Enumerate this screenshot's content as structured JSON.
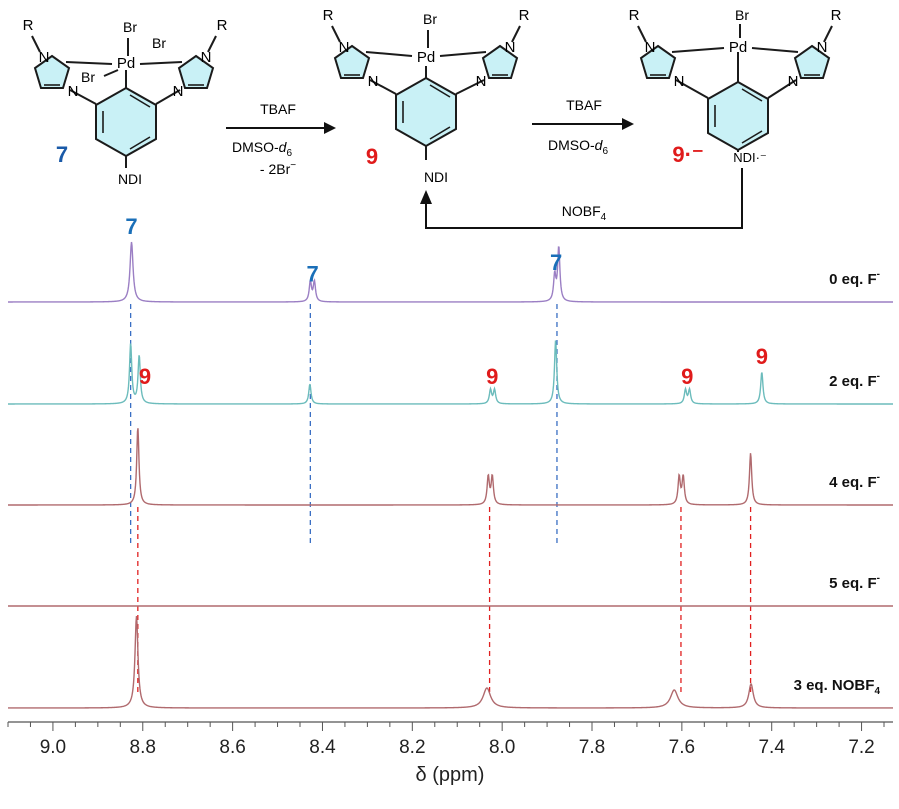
{
  "scheme": {
    "compounds": [
      {
        "id": "7",
        "substituent": "NDI",
        "color": "#1a5aa8"
      },
      {
        "id": "9",
        "substituent": "NDI",
        "color": "#e01b1b"
      },
      {
        "id": "9·⁻",
        "substituent": "NDI·⁻",
        "color": "#e01b1b"
      }
    ],
    "atoms": {
      "metal": "Pd",
      "halide": "Br",
      "nitrogen": "N",
      "r_group": "R"
    },
    "arrow1": {
      "above": "TBAF",
      "below1_main": "DMSO-",
      "below1_sub": "d",
      "below1_subsub": "6",
      "below2": "- 2Br",
      "below2_sup": "−"
    },
    "arrow2": {
      "above": "TBAF",
      "below_main": "DMSO-",
      "below_sub": "d",
      "below_subsub": "6"
    },
    "arrow3": {
      "label_main": "NOBF",
      "label_sub": "4"
    }
  },
  "chart_data": {
    "type": "line",
    "title": "",
    "xlabel": "δ (ppm)",
    "xlim": [
      9.1,
      7.13
    ],
    "x_reversed": true,
    "xticks": [
      9.0,
      8.8,
      8.6,
      8.4,
      8.2,
      8.0,
      7.8,
      7.6,
      7.4,
      7.2
    ],
    "series": [
      {
        "name": "0 eq. F",
        "name_sup": "-",
        "color": "#9b7fc4",
        "peaks": [
          {
            "ppm": 8.825,
            "height": 60,
            "width": 0.004
          },
          {
            "ppm": 8.427,
            "height": 20,
            "width": 0.003
          },
          {
            "ppm": 8.418,
            "height": 20,
            "width": 0.003
          },
          {
            "ppm": 7.883,
            "height": 26,
            "width": 0.003
          },
          {
            "ppm": 7.874,
            "height": 54,
            "width": 0.003
          }
        ]
      },
      {
        "name": "2 eq. F",
        "name_sup": "-",
        "color": "#6cbcbc",
        "peaks": [
          {
            "ppm": 8.827,
            "height": 60,
            "width": 0.003
          },
          {
            "ppm": 8.808,
            "height": 48,
            "width": 0.003
          },
          {
            "ppm": 8.428,
            "height": 20,
            "width": 0.003
          },
          {
            "ppm": 8.026,
            "height": 14,
            "width": 0.003
          },
          {
            "ppm": 8.017,
            "height": 14,
            "width": 0.003
          },
          {
            "ppm": 7.881,
            "height": 64,
            "width": 0.003
          },
          {
            "ppm": 7.592,
            "height": 14,
            "width": 0.003
          },
          {
            "ppm": 7.583,
            "height": 14,
            "width": 0.003
          },
          {
            "ppm": 7.422,
            "height": 32,
            "width": 0.003
          }
        ]
      },
      {
        "name": "4 eq. F",
        "name_sup": "-",
        "color": "#b06a6e",
        "peaks": [
          {
            "ppm": 8.811,
            "height": 78,
            "width": 0.003
          },
          {
            "ppm": 8.031,
            "height": 28,
            "width": 0.003
          },
          {
            "ppm": 8.022,
            "height": 28,
            "width": 0.003
          },
          {
            "ppm": 7.606,
            "height": 28,
            "width": 0.003
          },
          {
            "ppm": 7.597,
            "height": 28,
            "width": 0.003
          },
          {
            "ppm": 7.447,
            "height": 52,
            "width": 0.003
          }
        ]
      },
      {
        "name": "5 eq. F",
        "name_sup": "-",
        "color": "#b06a6e",
        "peaks": []
      },
      {
        "name": "3 eq. NOBF",
        "name_sub": "4",
        "color": "#b06a6e",
        "peaks": [
          {
            "ppm": 8.814,
            "height": 92,
            "width": 0.004
          },
          {
            "ppm": 8.034,
            "height": 20,
            "width": 0.01
          },
          {
            "ppm": 7.617,
            "height": 18,
            "width": 0.01
          },
          {
            "ppm": 7.446,
            "height": 24,
            "width": 0.006
          }
        ]
      }
    ],
    "annotations": [
      {
        "text": "7",
        "ppm": 8.825,
        "series": 0,
        "color": "#1a6fb8"
      },
      {
        "text": "7",
        "ppm": 8.422,
        "series": 0,
        "color": "#1a6fb8"
      },
      {
        "text": "7",
        "ppm": 7.88,
        "series": 0,
        "color": "#1a6fb8"
      },
      {
        "text": "9",
        "ppm": 8.795,
        "series": 1,
        "color": "#e01b1b"
      },
      {
        "text": "9",
        "ppm": 8.022,
        "series": 1,
        "color": "#e01b1b"
      },
      {
        "text": "9",
        "ppm": 7.588,
        "series": 1,
        "color": "#e01b1b"
      },
      {
        "text": "9",
        "ppm": 7.422,
        "series": 1,
        "color": "#e01b1b"
      }
    ],
    "guides": [
      {
        "ppm": 8.827,
        "from_series": 0,
        "to_series": 2,
        "color": "#3a6fc4"
      },
      {
        "ppm": 8.427,
        "from_series": 0,
        "to_series": 2,
        "color": "#3a6fc4"
      },
      {
        "ppm": 7.878,
        "from_series": 0,
        "to_series": 2,
        "color": "#3a6fc4"
      },
      {
        "ppm": 8.811,
        "from_series": 2,
        "to_series": 4,
        "color": "#e02020"
      },
      {
        "ppm": 8.028,
        "from_series": 2,
        "to_series": 4,
        "color": "#e02020"
      },
      {
        "ppm": 7.602,
        "from_series": 2,
        "to_series": 4,
        "color": "#e02020"
      },
      {
        "ppm": 7.447,
        "from_series": 2,
        "to_series": 4,
        "color": "#e02020"
      }
    ]
  }
}
